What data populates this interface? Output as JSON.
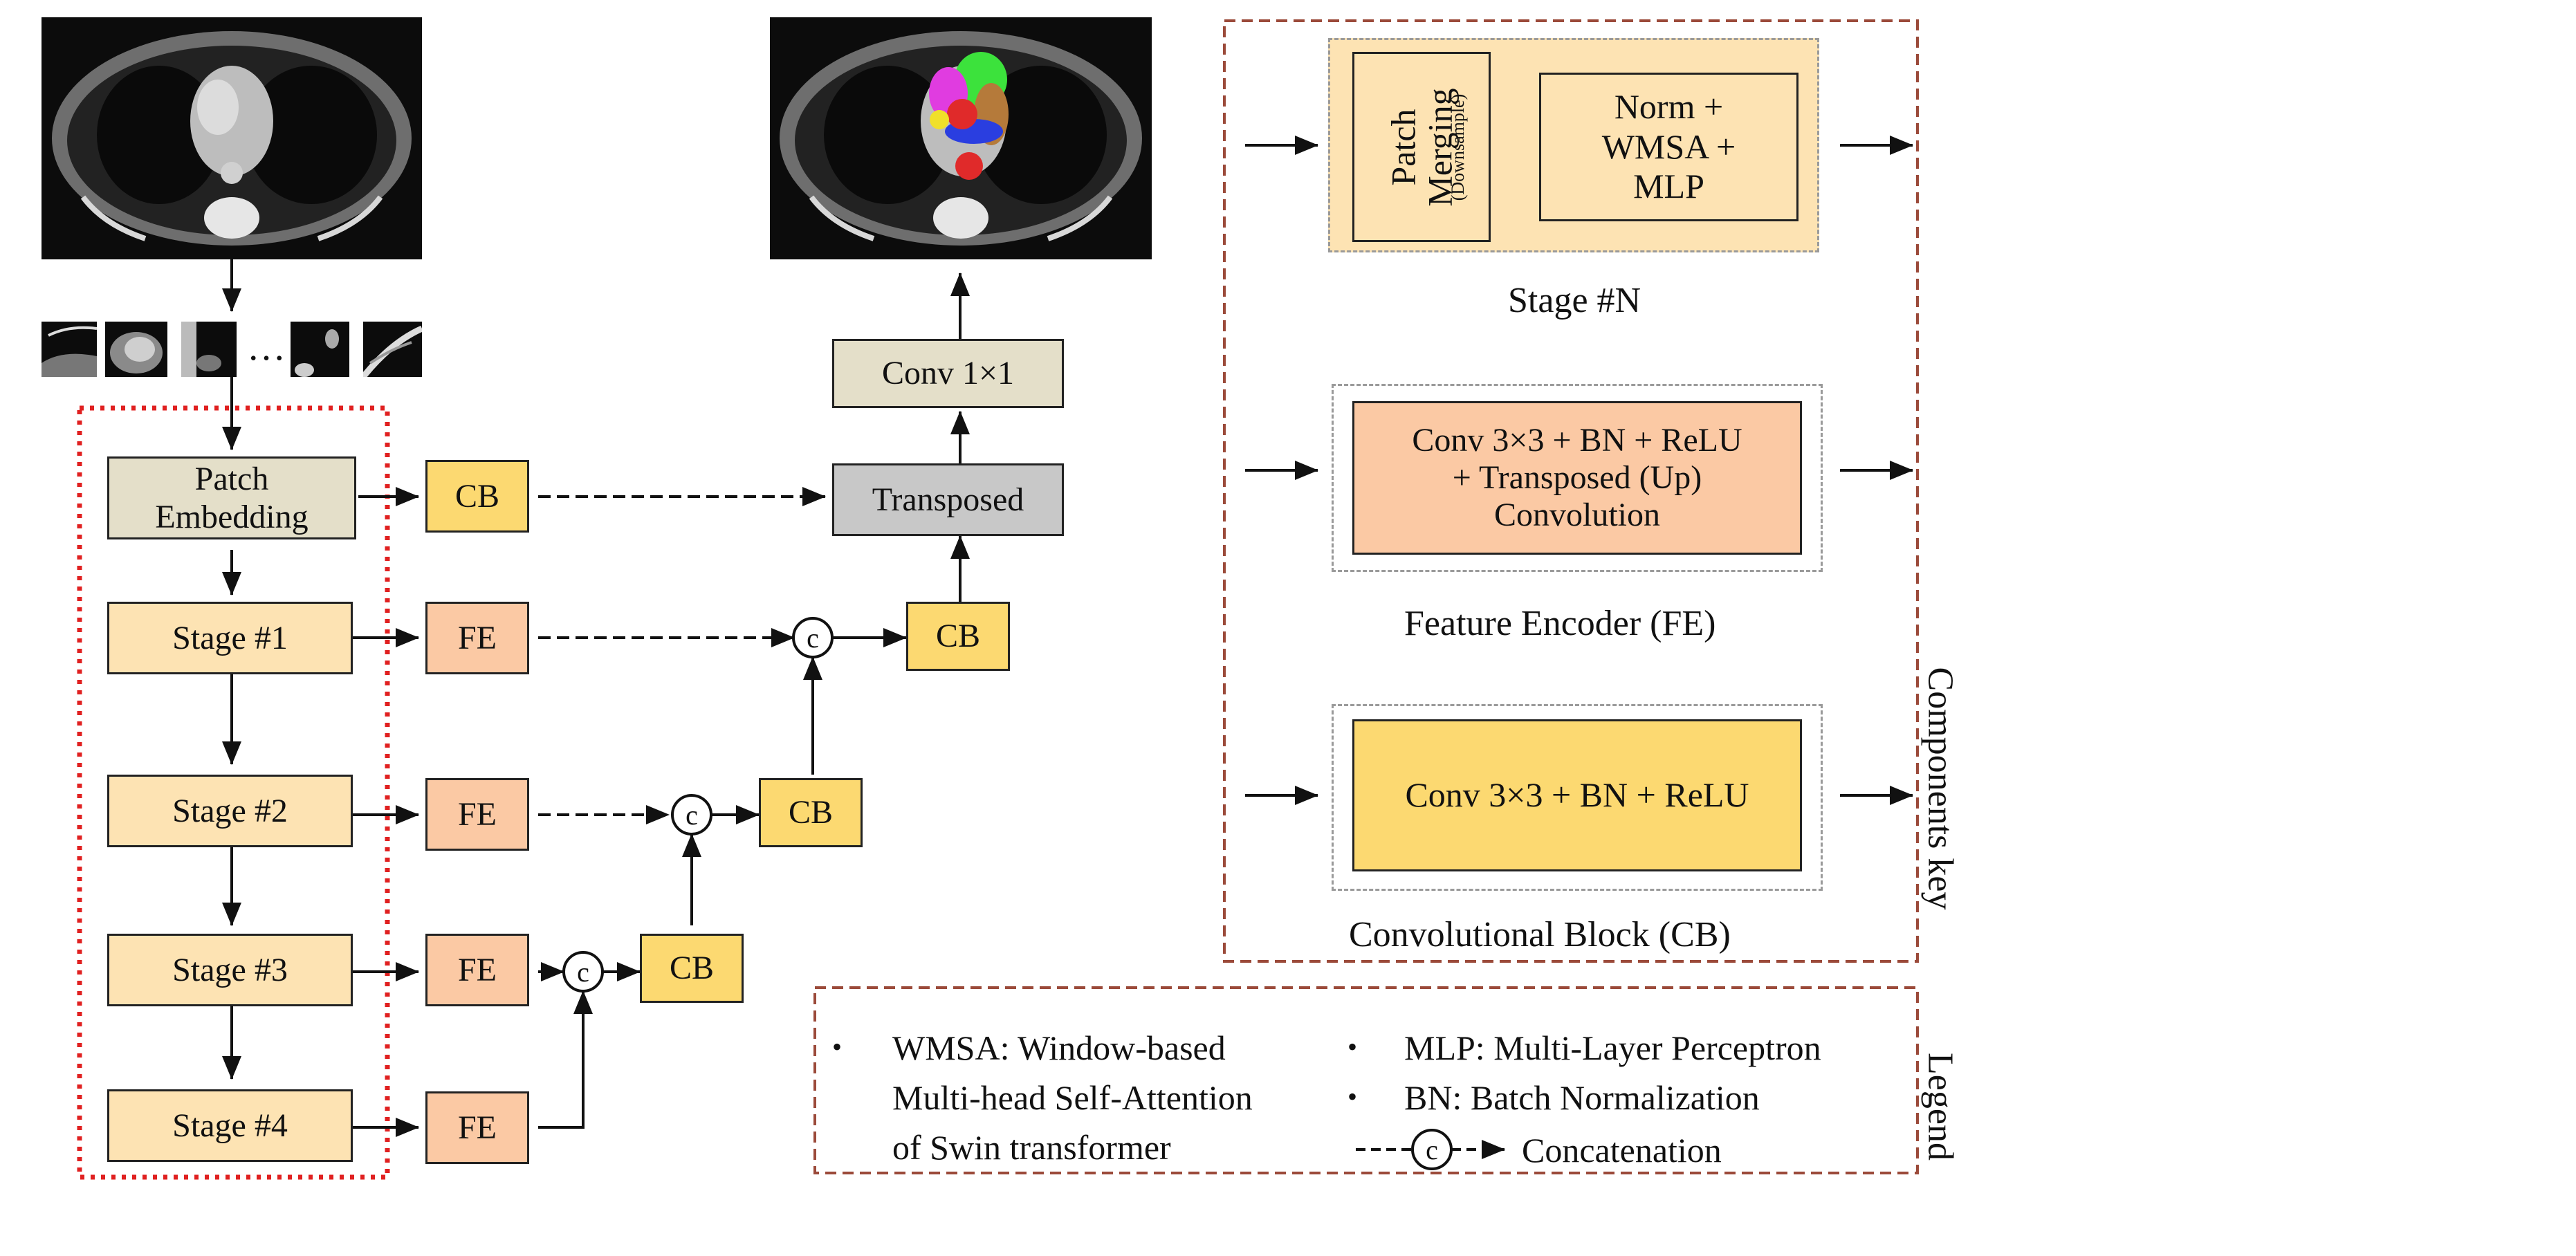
{
  "encoder": {
    "patch_embedding": "Patch\nEmbedding",
    "stages": [
      "Stage #1",
      "Stage #2",
      "Stage #3",
      "Stage #4"
    ],
    "ellipsis": "…"
  },
  "blocks": {
    "cb": "CB",
    "fe": "FE",
    "concat_symbol": "c",
    "transposed": "Transposed",
    "conv1x1": "Conv 1×1"
  },
  "components_key": {
    "title": "Components key",
    "stage_n": {
      "patch_merging": "Patch\nMerging",
      "downsample": "(Downsample)",
      "inner": "Norm +\nWMSA +\nMLP",
      "caption": "Stage #N"
    },
    "fe": {
      "inner": "Conv 3×3 + BN + ReLU\n+ Transposed (Up)\nConvolution",
      "caption": "Feature Encoder (FE)"
    },
    "cb": {
      "inner": "Conv 3×3 + BN + ReLU",
      "caption": "Convolutional Block (CB)"
    }
  },
  "legend": {
    "title": "Legend",
    "wmsa": [
      "WMSA: Window-based",
      "Multi-head Self-Attention",
      "of Swin transformer"
    ],
    "mlp": "MLP: Multi-Layer Perceptron",
    "bn": "BN: Batch Normalization",
    "concat_symbol": "c",
    "concat": "Concatenation"
  },
  "colors": {
    "stage": "#fde3b3",
    "fe": "#fbc9a4",
    "cb": "#fcd971",
    "patch_embedding": "#e4dfc9",
    "transposed": "#c8c8c8",
    "encoder_frame": "#e02020",
    "key_frame": "#9b4a3a"
  }
}
